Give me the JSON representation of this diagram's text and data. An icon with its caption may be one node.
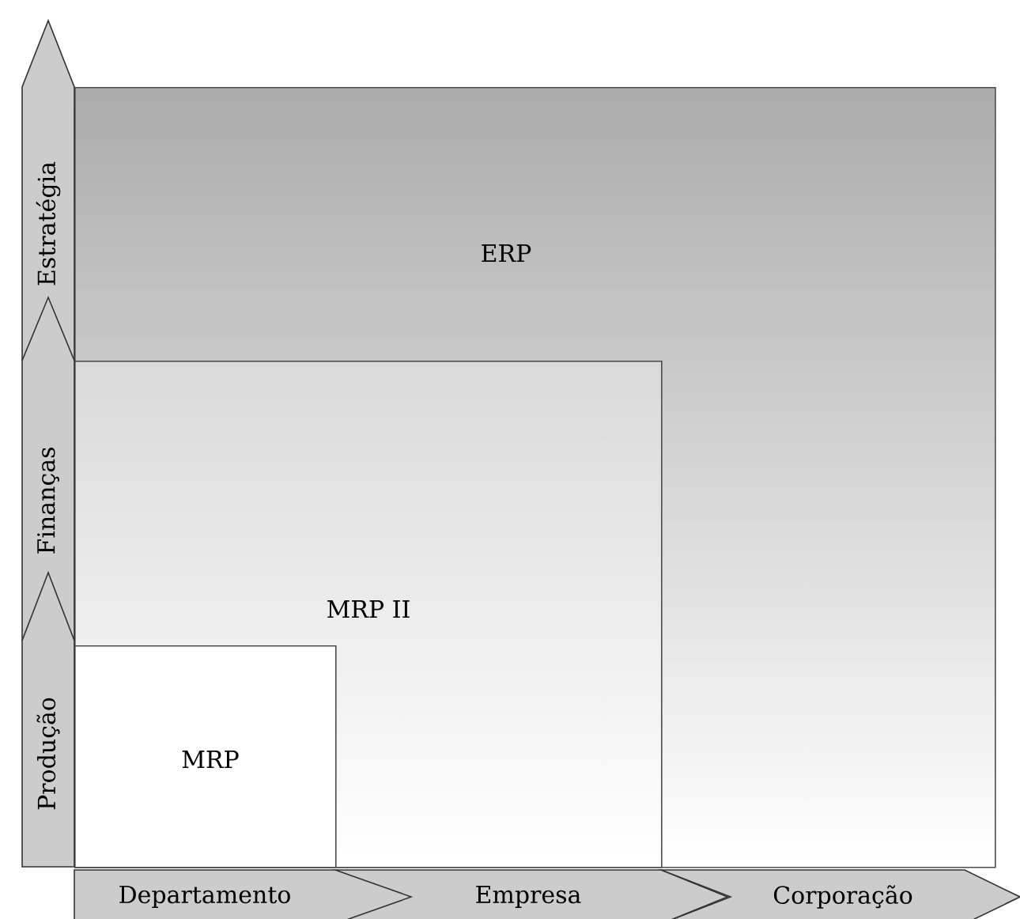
{
  "diagram": {
    "nodes": [
      {
        "text": [
          "ERP"
        ]
      },
      {
        "text": [
          "MRP II"
        ],
        "in": 0
      },
      {
        "text": [
          "MRP"
        ],
        "in": 1
      },
      {
        "text": [
          "Departamento"
        ]
      },
      {
        "text": [
          "Empresa"
        ]
      },
      {
        "text": [
          "Corporação"
        ]
      },
      {
        "text": [
          "Produção"
        ]
      },
      {
        "text": [
          "Finanças"
        ]
      },
      {
        "text": [
          "Estratégia"
        ]
      }
    ]
  }
}
